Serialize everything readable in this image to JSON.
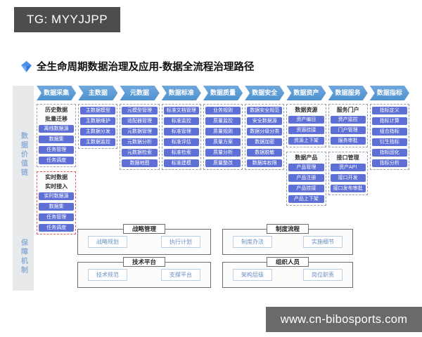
{
  "badge": {
    "text": "TG: MYYJJPP"
  },
  "title": {
    "text": "全生命周期数据治理及应用-数据全流程治理路径"
  },
  "sidebar": {
    "value_chain_label": "数据价值链",
    "guarantee_label": "保障机制"
  },
  "site_bar": {
    "url": "www.cn-bibosports.com"
  },
  "colors": {
    "arrow_blue": "#5b9bd5",
    "item_blue": "#5e6fd6",
    "red_dashed_border": "#e05c5c",
    "side_label_text": "#8fb0d8",
    "badge_background": "#4d4d4d",
    "site_bar_background": "#6a6a6a",
    "panel_item_text": "#6a8fbf"
  },
  "value_chain": {
    "columns": [
      {
        "header": "数据采集",
        "groups": [
          {
            "title_lines": [
              "历史数据",
              "批量迁移"
            ],
            "border": "gray",
            "items": [
              "离线数据源",
              "数据集",
              "任务管理",
              "任务调度"
            ]
          },
          {
            "title_lines": [
              "实时数据",
              "实时接入"
            ],
            "border": "red",
            "items": [
              "实时数据源",
              "数据集",
              "任务管理",
              "任务调度"
            ]
          }
        ]
      },
      {
        "header": "主数据",
        "groups": [
          {
            "border": "gray",
            "items": [
              "主数据模型",
              "主数据维护",
              "主数据分发",
              "主数据监控"
            ]
          }
        ]
      },
      {
        "header": "元数据",
        "groups": [
          {
            "border": "gray",
            "items": [
              "元模型管理",
              "适配器管理",
              "元数据管理",
              "元数据分析",
              "元数据检索",
              "数据地图"
            ]
          }
        ]
      },
      {
        "header": "数据标准",
        "groups": [
          {
            "border": "gray",
            "items": [
              "标准文档管理",
              "标准监控",
              "标准管理",
              "标准评估",
              "标准检索",
              "标准建模"
            ]
          }
        ]
      },
      {
        "header": "数据质量",
        "groups": [
          {
            "border": "gray",
            "items": [
              "业务规则",
              "质量监控",
              "质量规则",
              "质量方案",
              "质量分析",
              "质量整改"
            ]
          }
        ]
      },
      {
        "header": "数据安全",
        "groups": [
          {
            "border": "gray",
            "items": [
              "数据安全规范",
              "安全数据源",
              "数据分级分类",
              "数据加密",
              "数据脱敏",
              "数据库权限"
            ]
          }
        ]
      },
      {
        "header": "数据资产",
        "groups": [
          {
            "title_lines": [
              "数据资源"
            ],
            "border": "gray",
            "items": [
              "资产编目",
              "资源挂接",
              "资源上下架"
            ]
          },
          {
            "title_lines": [
              "数据产品"
            ],
            "border": "gray",
            "items": [
              "产品管理",
              "产品注册",
              "产品挂接",
              "产品上下架"
            ]
          }
        ]
      },
      {
        "header": "数据服务",
        "groups": [
          {
            "title_lines": [
              "服务门户"
            ],
            "border": "gray",
            "items": [
              "资产监控",
              "门户管理",
              "服务审批"
            ]
          },
          {
            "title_lines": [
              "接口管理"
            ],
            "border": "gray",
            "items": [
              "资产API",
              "接口开发",
              "接口发布审批"
            ]
          }
        ]
      },
      {
        "header": "数据指标",
        "groups": [
          {
            "border": "gray",
            "items": [
              "指标定义",
              "指标计算",
              "组合指标",
              "衍生指标",
              "指标固化",
              "指标分析"
            ]
          }
        ]
      }
    ]
  },
  "guarantee": {
    "panels": [
      {
        "title": "战略管理",
        "items": [
          "战略规划",
          "执行计划"
        ]
      },
      {
        "title": "制度流程",
        "items": [
          "制度办法",
          "实施细节"
        ]
      },
      {
        "title": "技术平台",
        "items": [
          "技术规范",
          "支撑平台"
        ]
      },
      {
        "title": "组织人员",
        "items": [
          "架构层级",
          "岗位职责"
        ]
      }
    ]
  }
}
